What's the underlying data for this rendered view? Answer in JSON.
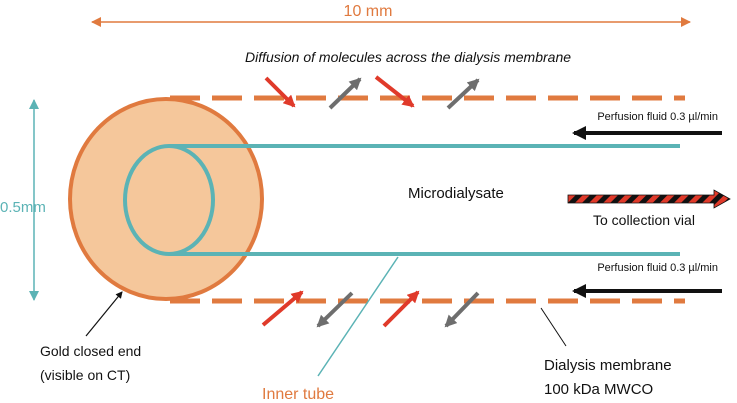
{
  "colors": {
    "orange": "#E07A3F",
    "teal": "#5BB3B5",
    "fill": "#F5C79B",
    "red": "#E03A2A",
    "gray": "#6E6E6E",
    "black": "#111111",
    "dark": "#2A2A2A"
  },
  "labels": {
    "length": "10 mm",
    "width": "0.5mm",
    "diffusion": "Diffusion of molecules across the dialysis membrane",
    "perfusion_top": "Perfusion fluid 0.3 µl/min",
    "perfusion_bottom": "Perfusion fluid 0.3 µl/min",
    "microdialysate": "Microdialysate",
    "collection": "To collection vial",
    "gold_line1": "Gold closed end",
    "gold_line2": "(visible on CT)",
    "inner_tube": "Inner tube",
    "membrane_line1": "Dialysis membrane",
    "membrane_line2": "100 kDa MWCO"
  }
}
